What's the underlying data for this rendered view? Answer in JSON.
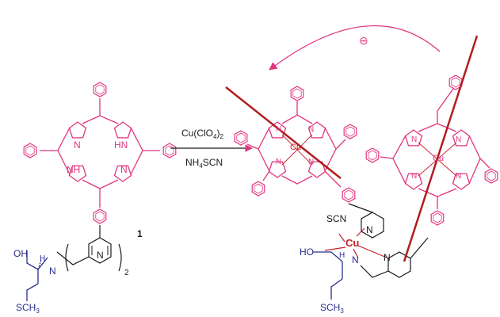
{
  "reagents": {
    "line1_main": "Cu(ClO",
    "line1_sub": "4",
    "line1_end": ")",
    "line1_sub2": "2",
    "line2_main": "NH",
    "line2_sub": "4",
    "line2_end": "SCN"
  },
  "compound_number": "1",
  "reactant": {
    "nh_top": "HN",
    "nh_bottom": "NH",
    "n_top": "N",
    "n_bottom": "N",
    "pyridine_n": "N",
    "oh": "OH",
    "amine_h": "H",
    "amine_n": "N",
    "repeat_subscript": "2",
    "sch3_main": "SCH",
    "sch3_sub": "3"
  },
  "product": {
    "porphyrin_left": {
      "n1": "N",
      "n2": "N",
      "n3": "N",
      "n4": "N",
      "cu": "Cu"
    },
    "porphyrin_right": {
      "n1": "N",
      "n2": "N",
      "n3": "N",
      "n4": "N",
      "cu": "Cu"
    },
    "scn": "SCN",
    "cu_center": "Cu",
    "n_pyr1": "N",
    "n_pyr2": "N",
    "ho": "HO",
    "amine_h": "H",
    "amine_n": "N",
    "sch3_main": "SCH",
    "sch3_sub": "3"
  },
  "rotation_symbol": "⊖",
  "colors": {
    "porphyrin": "#e0357e",
    "ligand": "#2a2f8f",
    "copper": "#c41f2a",
    "axis": "#b01d1d",
    "text": "#1a1a1a"
  }
}
